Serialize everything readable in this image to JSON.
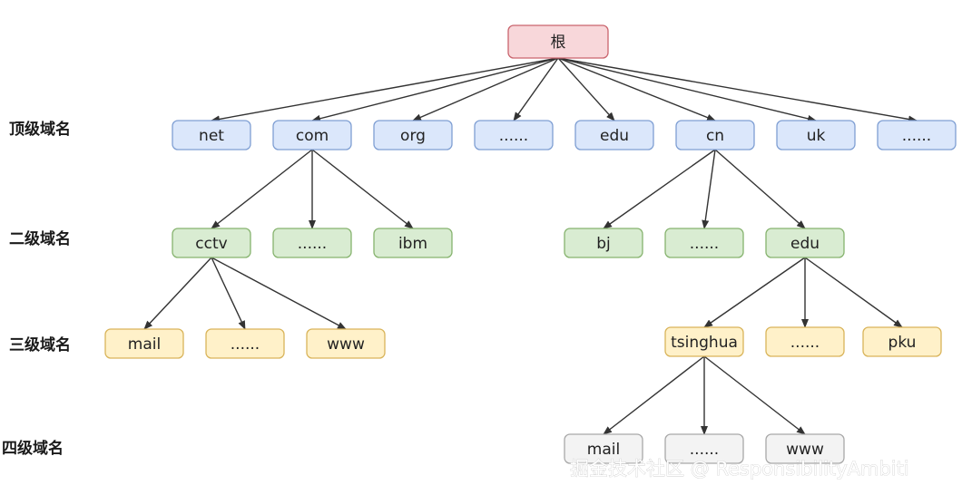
{
  "level_labels": {
    "top": "顶级域名",
    "second": "二级域名",
    "third": "三级域名",
    "fourth": "四级域名"
  },
  "colors": {
    "root_fill": "#f8d7da",
    "root_stroke": "#c9646d",
    "top_fill": "#dbe7fb",
    "top_stroke": "#7f9fd3",
    "second_fill": "#d9ecd2",
    "second_stroke": "#86b36e",
    "third_fill": "#fff1c9",
    "third_stroke": "#d9b45a",
    "fourth_fill": "#f3f3f3",
    "fourth_stroke": "#a8a8a8"
  },
  "nodes": {
    "root": {
      "label": "根",
      "level": "root"
    },
    "net": {
      "label": "net",
      "level": "top"
    },
    "com": {
      "label": "com",
      "level": "top"
    },
    "org": {
      "label": "org",
      "level": "top"
    },
    "top_more_1": {
      "label": "......",
      "level": "top"
    },
    "edu": {
      "label": "edu",
      "level": "top"
    },
    "cn": {
      "label": "cn",
      "level": "top"
    },
    "uk": {
      "label": "uk",
      "level": "top"
    },
    "top_more_2": {
      "label": "......",
      "level": "top"
    },
    "cctv": {
      "label": "cctv",
      "level": "second"
    },
    "com_more": {
      "label": "......",
      "level": "second"
    },
    "ibm": {
      "label": "ibm",
      "level": "second"
    },
    "bj": {
      "label": "bj",
      "level": "second"
    },
    "cn_more": {
      "label": "......",
      "level": "second"
    },
    "cn_edu": {
      "label": "edu",
      "level": "second"
    },
    "cctv_mail": {
      "label": "mail",
      "level": "third"
    },
    "cctv_more": {
      "label": "......",
      "level": "third"
    },
    "cctv_www": {
      "label": "www",
      "level": "third"
    },
    "tsinghua": {
      "label": "tsinghua",
      "level": "third"
    },
    "edu_more": {
      "label": "......",
      "level": "third"
    },
    "pku": {
      "label": "pku",
      "level": "third"
    },
    "tsinghua_mail": {
      "label": "mail",
      "level": "fourth"
    },
    "tsinghua_more": {
      "label": "......",
      "level": "fourth"
    },
    "tsinghua_www": {
      "label": "www",
      "level": "fourth"
    }
  },
  "edges": [
    [
      "root",
      "net"
    ],
    [
      "root",
      "com"
    ],
    [
      "root",
      "org"
    ],
    [
      "root",
      "top_more_1"
    ],
    [
      "root",
      "edu"
    ],
    [
      "root",
      "cn"
    ],
    [
      "root",
      "uk"
    ],
    [
      "root",
      "top_more_2"
    ],
    [
      "com",
      "cctv"
    ],
    [
      "com",
      "com_more"
    ],
    [
      "com",
      "ibm"
    ],
    [
      "cn",
      "bj"
    ],
    [
      "cn",
      "cn_more"
    ],
    [
      "cn",
      "cn_edu"
    ],
    [
      "cctv",
      "cctv_mail"
    ],
    [
      "cctv",
      "cctv_more"
    ],
    [
      "cctv",
      "cctv_www"
    ],
    [
      "cn_edu",
      "tsinghua"
    ],
    [
      "cn_edu",
      "edu_more"
    ],
    [
      "cn_edu",
      "pku"
    ],
    [
      "tsinghua",
      "tsinghua_mail"
    ],
    [
      "tsinghua",
      "tsinghua_more"
    ],
    [
      "tsinghua",
      "tsinghua_www"
    ]
  ],
  "watermark": "掘金技术社区 @ ResponsibilityAmbiti"
}
